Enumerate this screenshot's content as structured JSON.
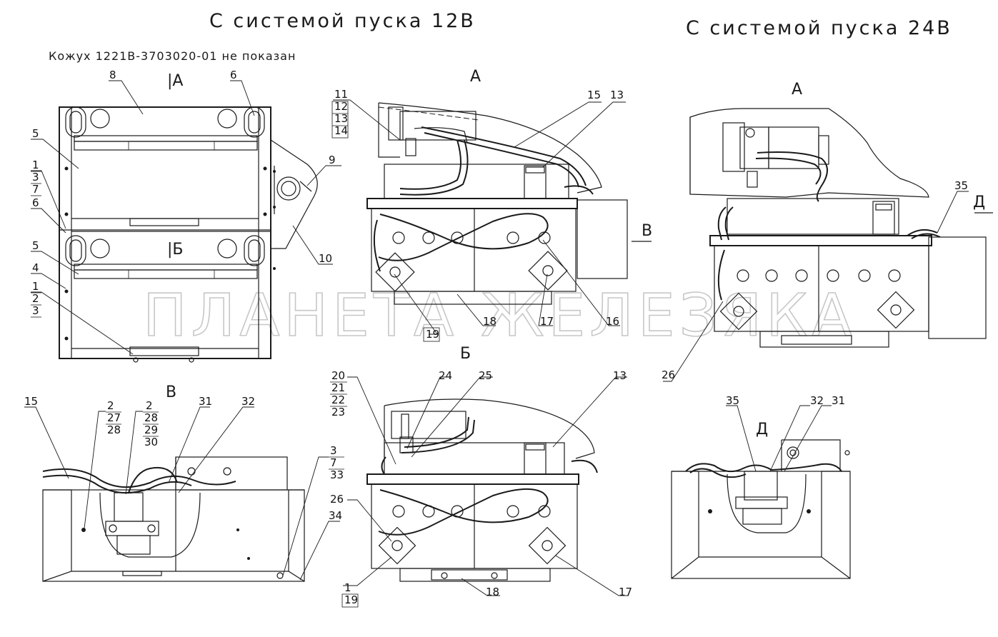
{
  "titles": {
    "left": "С системой пуска 12В",
    "right": "С системой пуска 24В",
    "note": "Кожух 1221В-3703020-01   не показан"
  },
  "views": {
    "a_left": "|А",
    "b_inner": "|Б",
    "a_top": "А",
    "a_right": "А",
    "b_bottom": "Б",
    "v_bottom": "В",
    "v_arrow": "В",
    "d_arrow": "Д",
    "d_view": "Д"
  },
  "watermark": "ПЛАНЕТА ЖЕЛЕЗЯКА",
  "labels": {
    "n8": "8",
    "n6a": "6",
    "n5a": "5",
    "n1a": "1",
    "n3a": "3",
    "n7a": "7",
    "n6b": "6",
    "n5b": "5",
    "n4": "4",
    "n1b": "1",
    "n2b": "2",
    "n3b": "3",
    "n9": "9",
    "n10": "10",
    "n11": "11",
    "n12": "12",
    "n13a": "13",
    "n14": "14",
    "n15a": "15",
    "n13b": "13",
    "n16": "16",
    "n17a": "17",
    "n18a": "18",
    "n19a": "19",
    "n35a": "35",
    "n26a": "26",
    "n15b": "15",
    "n2c": "2",
    "n27": "27",
    "n28a": "28",
    "n2d": "2",
    "n28b": "28",
    "n29": "29",
    "n30": "30",
    "n31a": "31",
    "n32a": "32",
    "n3c": "3",
    "n7c": "7",
    "n33": "33",
    "n34": "34",
    "n20": "20",
    "n21": "21",
    "n22": "22",
    "n23": "23",
    "n24": "24",
    "n25": "25",
    "n13c": "13",
    "n26b": "26",
    "n1c": "1",
    "n19b": "19",
    "n18b": "18",
    "n17b": "17",
    "n35b": "35",
    "n32b": "32",
    "n31b": "31"
  }
}
